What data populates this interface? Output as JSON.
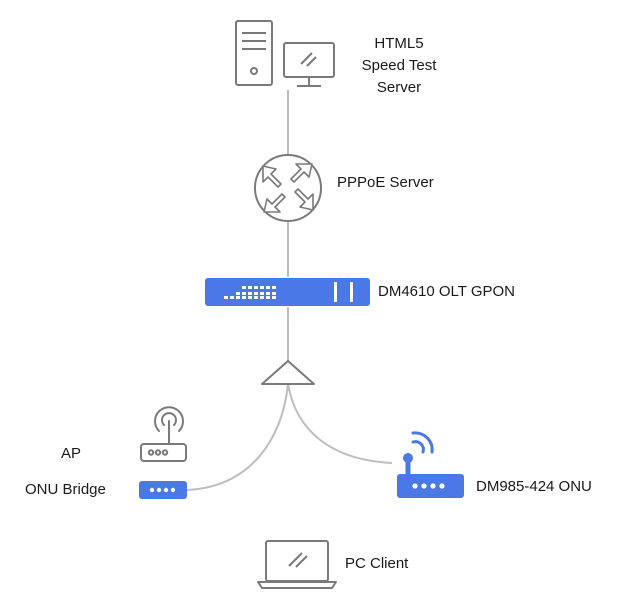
{
  "nodes": {
    "server": {
      "label_lines": [
        "HTML5",
        "Speed Test",
        "Server"
      ],
      "icon": "server-tower-and-monitor-icon"
    },
    "pppoe": {
      "label": "PPPoE Server",
      "icon": "router-icon"
    },
    "olt": {
      "label": "DM4610 OLT GPON",
      "icon": "olt-rack-switch-icon"
    },
    "splitter": {
      "icon": "optical-splitter-icon"
    },
    "ap": {
      "label": "AP",
      "icon": "wireless-access-point-icon"
    },
    "onu_bridge": {
      "label": "ONU Bridge",
      "icon": "onu-bridge-icon"
    },
    "onu": {
      "label": "DM985-424 ONU",
      "icon": "wireless-onu-icon"
    },
    "pc": {
      "label": "PC Client",
      "icon": "laptop-icon"
    }
  },
  "colors": {
    "line": "#bdbdbd",
    "icon_gray": "#7a7a7a",
    "device_blue": "#4a78e6",
    "signal_blue": "#4a78e6"
  }
}
